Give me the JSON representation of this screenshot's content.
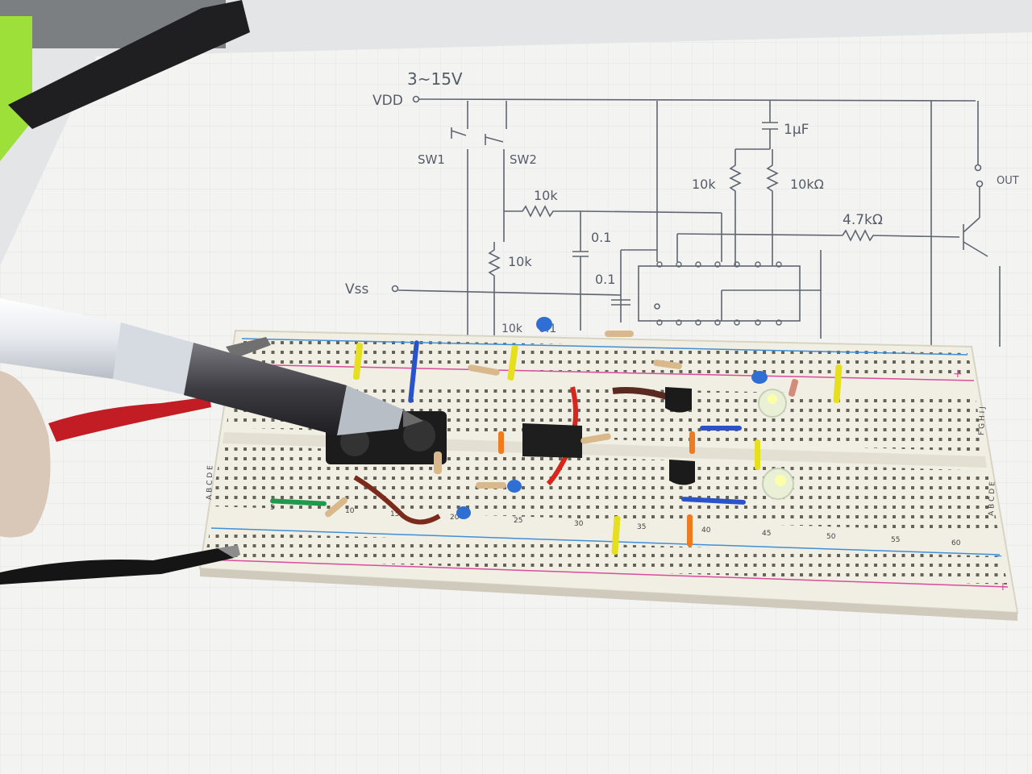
{
  "schematic": {
    "supply_label": "3~15V",
    "vdd_label": "VDD",
    "vss_label": "Vss",
    "sw1_label": "SW1",
    "sw2_label": "SW2",
    "r_top_label": "10k",
    "c_01_a_label": "0.1",
    "c_01_b_label": "0.1",
    "r_mid_label": "10k",
    "r_bottom_label": "10k",
    "c_bottom_label": "0.1",
    "c_1uf_label": "1μF",
    "r_left_ic_label": "10k",
    "r_right_ic_label": "10kΩ",
    "r_base_label": "4.7kΩ",
    "out_label": "OUT"
  },
  "breadboard": {
    "column_numbers": [
      "5",
      "10",
      "15",
      "20",
      "25",
      "30",
      "35",
      "40",
      "45",
      "50",
      "55",
      "60"
    ],
    "row_letters_bottom": "A B C D E",
    "row_letters_top": "F G H I J",
    "plus_sign": "+",
    "minus_sign": "−"
  }
}
